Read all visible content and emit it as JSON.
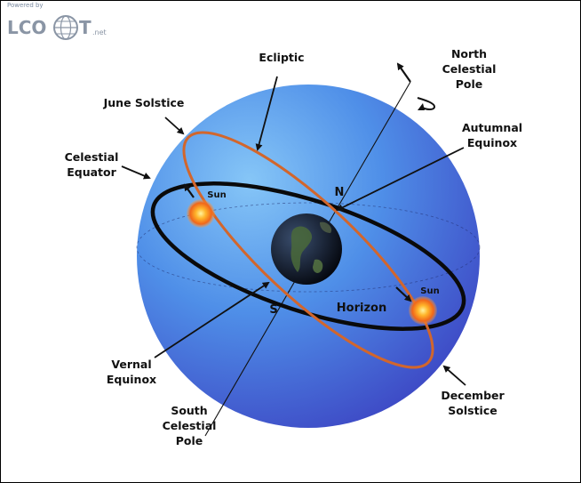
{
  "logo": {
    "powered_by": "Powered by",
    "name_left": "LCO",
    "name_right": "T",
    "suffix": ".net"
  },
  "labels": {
    "ecliptic": "Ecliptic",
    "north_celestial_pole": [
      "North",
      "Celestial",
      "Pole"
    ],
    "june_solstice": "June Solstice",
    "autumnal_equinox": [
      "Autumnal",
      "Equinox"
    ],
    "celestial_equator": [
      "Celestial",
      "Equator"
    ],
    "north_point": "N",
    "south_point": "S",
    "horizon": "Horizon",
    "sun_left": "Sun",
    "sun_right": "Sun",
    "vernal_equinox": [
      "Vernal",
      "Equinox"
    ],
    "december_solstice": [
      "December",
      "Solstice"
    ],
    "south_celestial_pole": [
      "South",
      "Celestial",
      "Pole"
    ]
  },
  "colors": {
    "sphere_light": "#7ec0f4",
    "sphere_dark": "#3a3fbf",
    "ecliptic": "#d2662c",
    "equator": "#0a0a0a",
    "sun_core": "#ffd23a",
    "sun_edge": "#f05a1a"
  }
}
